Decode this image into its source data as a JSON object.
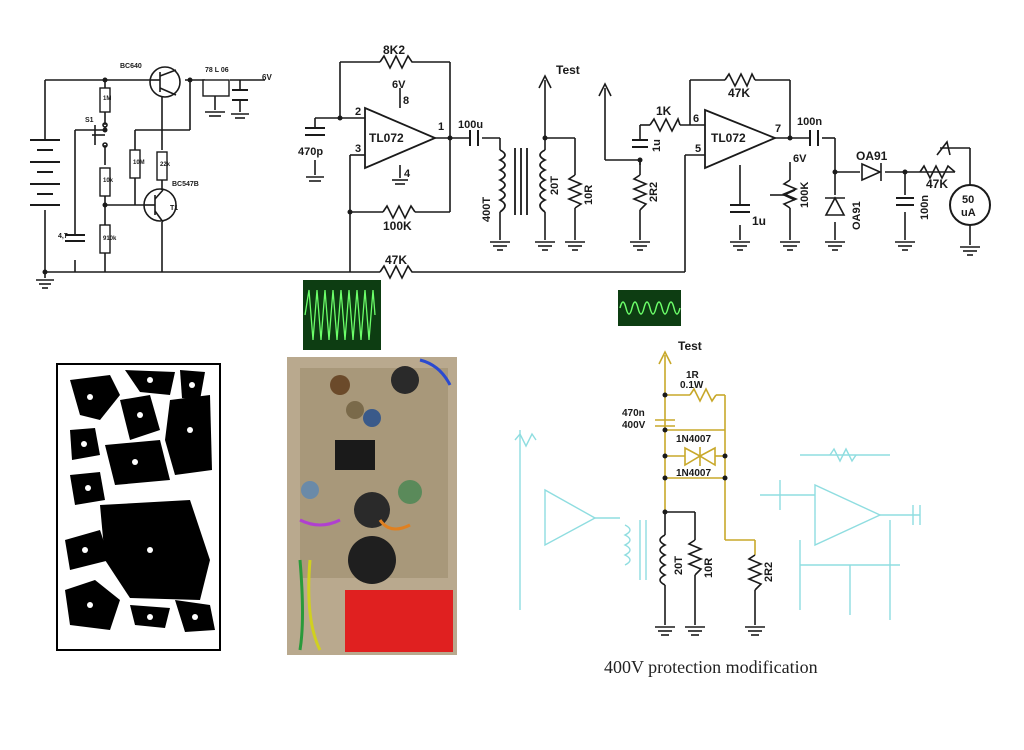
{
  "labels": {
    "bc640": "BC640",
    "reg": "78 L 06",
    "v6": "6V",
    "s1": "S1",
    "cap47": "4,7",
    "r1": "1M",
    "r2": "10k",
    "r3": "910k",
    "r4": "10M",
    "r5": "22k",
    "bc547": "BC547B",
    "t1": "T1",
    "r8k2": "8K2",
    "c470p": "470p",
    "pin2": "2",
    "pin3": "3",
    "pin8": "8",
    "pin4": "4",
    "pin1": "1",
    "pin6": "6",
    "pin5": "5",
    "pin7": "7",
    "tl072a": "TL072",
    "tl072b": "TL072",
    "v6a": "6V",
    "v6b": "6V",
    "r100k": "100K",
    "r47k_bottom": "47K",
    "c100u": "100u",
    "l400t": "400T",
    "l20t": "20T",
    "r10r": "10R",
    "test": "Test",
    "r1k": "1K",
    "c1u_a": "1u",
    "r2r2": "2R2",
    "r47k_top": "47K",
    "c100n": "100n",
    "r100k_pot": "100K",
    "c1u_b": "1u",
    "oa91a": "OA91",
    "oa91b": "OA91",
    "c100n_b": "100n",
    "pot47k": "47K",
    "meter_a": "50",
    "meter_b": "uA",
    "mod_test": "Test",
    "mod_1r": "1R",
    "mod_01w": "0.1W",
    "mod_470n": "470n",
    "mod_400v": "400V",
    "mod_1n4007a": "1N4007",
    "mod_1n4007b": "1N4007",
    "mod_20t": "20T",
    "mod_10r": "10R",
    "mod_2r2": "2R2",
    "caption": "400V protection modification"
  },
  "colors": {
    "ink": "#1a1a1a",
    "gold": "#c8a82a",
    "cyan": "#8fdde0",
    "scope_bg": "#0d3d12",
    "scope_trace": "#6cff6a",
    "pcb_copper": "#000000",
    "board": "#b9a98e",
    "red_box": "#e02020"
  }
}
